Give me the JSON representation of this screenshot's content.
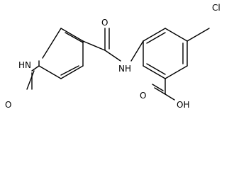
{
  "molecule": {
    "atom_labels": {
      "cl": "Cl",
      "nh_amide": "NH",
      "o_amide": "O",
      "o_acid_carbonyl": "O",
      "oh_acid": "OH",
      "hn_ring": "HN",
      "o_pyridone": "O"
    },
    "colors": {
      "bond": "#000000",
      "label": "#000000",
      "background": "#ffffff"
    }
  }
}
